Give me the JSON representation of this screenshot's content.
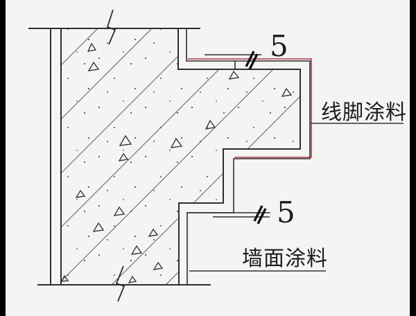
{
  "drawing": {
    "title_hint": "wall molding paint detail section",
    "labels": {
      "molding_coating": "线脚涂料",
      "wall_coating": "墙面涂料"
    },
    "dimensions": {
      "top_value": "5",
      "bottom_value": "5"
    },
    "colors": {
      "background": "#f5f3f3",
      "line": "#2e2c2d",
      "highlight": "#b13947",
      "bar": "#000000",
      "hatch": "#4a4a4a",
      "text": "#1c1a1b"
    }
  }
}
